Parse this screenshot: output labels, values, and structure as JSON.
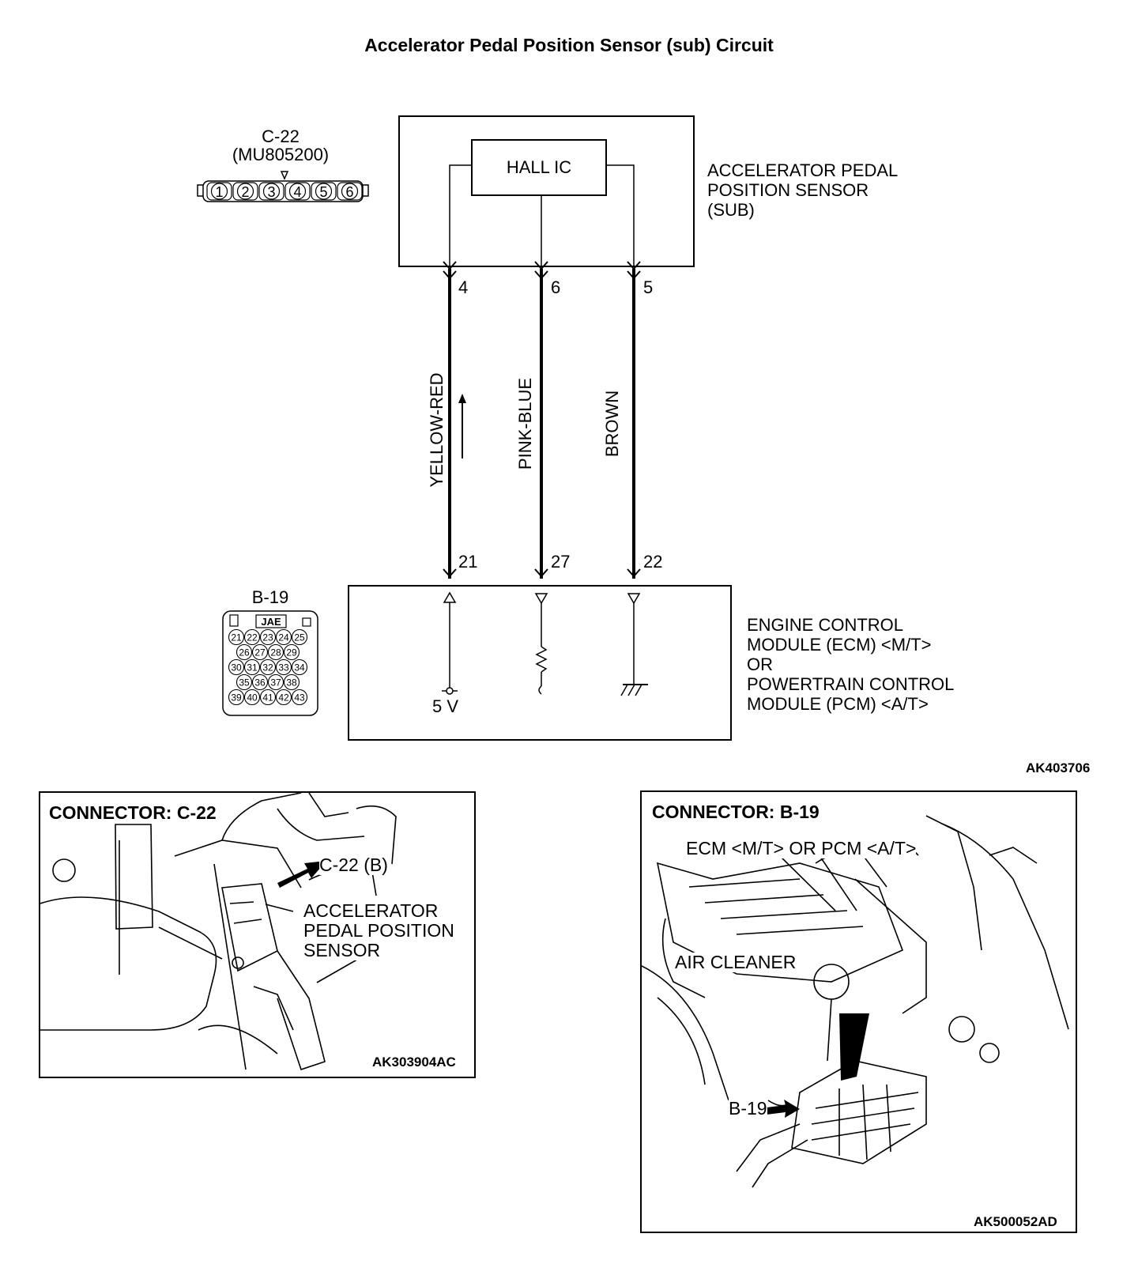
{
  "title": "Accelerator Pedal Position Sensor (sub) Circuit",
  "connector_c22": {
    "name": "C-22",
    "part": "(MU805200)",
    "pins": [
      "1",
      "2",
      "3",
      "4",
      "5",
      "6"
    ]
  },
  "connector_b19": {
    "name": "B-19",
    "maker": "JAE",
    "pins": [
      "21",
      "22",
      "23",
      "24",
      "25",
      "26",
      "27",
      "28",
      "29",
      "30",
      "31",
      "32",
      "33",
      "34",
      "35",
      "36",
      "37",
      "38",
      "39",
      "40",
      "41",
      "42",
      "43"
    ]
  },
  "sensor": {
    "chip": "HALL IC",
    "label": "ACCELERATOR PEDAL\nPOSITION SENSOR\n(SUB)"
  },
  "wires": [
    {
      "sensor_pin": "4",
      "ecm_pin": "21",
      "color": "YELLOW-RED"
    },
    {
      "sensor_pin": "6",
      "ecm_pin": "27",
      "color": "PINK-BLUE"
    },
    {
      "sensor_pin": "5",
      "ecm_pin": "22",
      "color": "BROWN"
    }
  ],
  "ecm": {
    "supply": "5 V",
    "label": "ENGINE CONTROL\nMODULE (ECM) <M/T>\nOR\nPOWERTRAIN CONTROL\nMODULE (PCM) <A/T>"
  },
  "diagram_code": "AK403706",
  "panel_left": {
    "heading": "CONNECTOR: C-22",
    "callout_connector": "C-22 (B)",
    "callout_sensor": "ACCELERATOR\nPEDAL POSITION\nSENSOR",
    "code": "AK303904AC"
  },
  "panel_right": {
    "heading": "CONNECTOR: B-19",
    "callout_module": "ECM <M/T> OR PCM <A/T>",
    "callout_air": "AIR CLEANER",
    "callout_connector": "B-19",
    "code": "AK500052AD"
  }
}
